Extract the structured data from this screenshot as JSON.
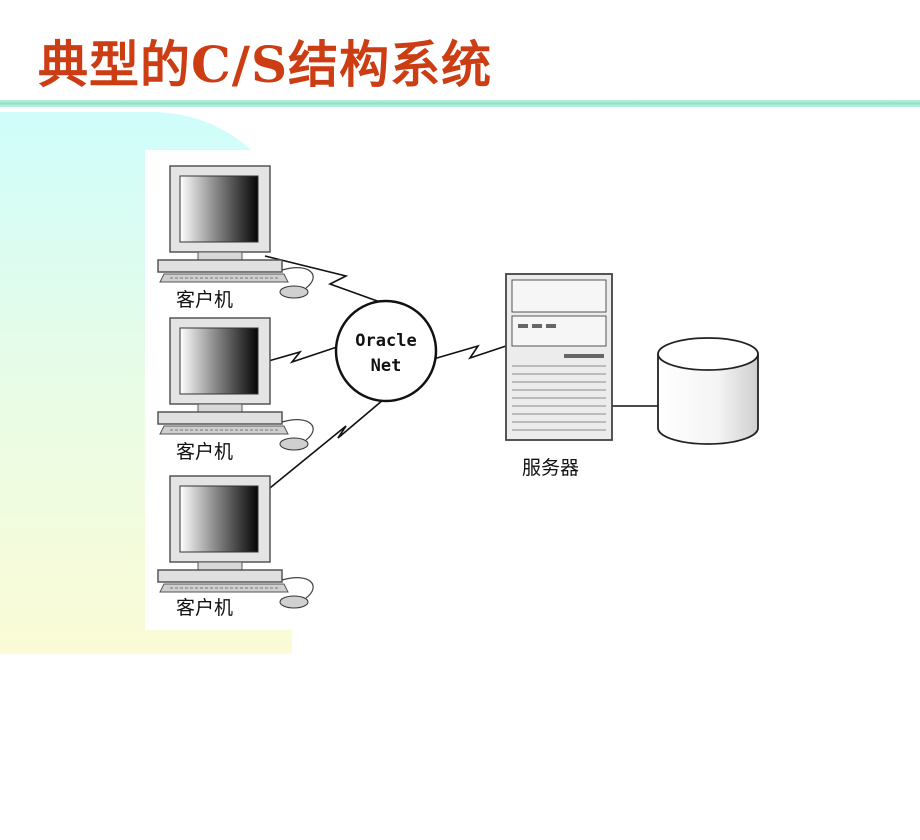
{
  "slide": {
    "title": "典型的C/S结构系统"
  },
  "diagram": {
    "clients": [
      {
        "label": "客户机"
      },
      {
        "label": "客户机"
      },
      {
        "label": "客户机"
      }
    ],
    "network": {
      "line1": "Oracle",
      "line2": "Net"
    },
    "server": {
      "label": "服务器"
    },
    "colors": {
      "title": "#cc3d14",
      "title_rule": "#8fe3c4",
      "band_top": "#cffdfb",
      "band_bottom": "#fbfbd6"
    }
  }
}
